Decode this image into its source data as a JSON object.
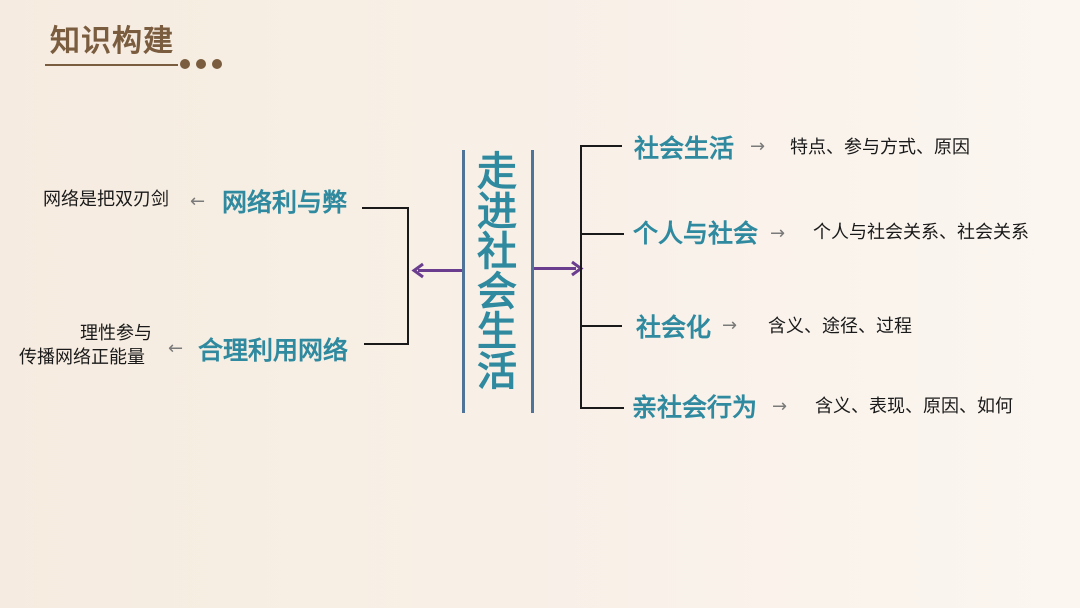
{
  "header": {
    "title": "知识构建"
  },
  "center": {
    "topic": "走进社会生活"
  },
  "left_branches": [
    {
      "label": "网络利与弊",
      "detail_lines": [
        "网络是把双刃剑"
      ]
    },
    {
      "label": "合理利用网络",
      "detail_lines": [
        "理性参与",
        "传播网络正能量"
      ]
    }
  ],
  "right_branches": [
    {
      "label": "社会生活",
      "detail": "特点、参与方式、原因"
    },
    {
      "label": "个人与社会",
      "detail": "个人与社会关系、社会关系"
    },
    {
      "label": "社会化",
      "detail": "含义、途径、过程"
    },
    {
      "label": "亲社会行为",
      "detail": "含义、表现、原因、如何"
    }
  ],
  "arrows": {
    "left_glyph": "←",
    "right_glyph": "→"
  },
  "colors": {
    "title": "#7a5c3e",
    "node": "#2f8aa0",
    "center_bar": "#4f7399",
    "connector_arrow": "#6b3d8f",
    "bracket": "#1a1a1a"
  }
}
